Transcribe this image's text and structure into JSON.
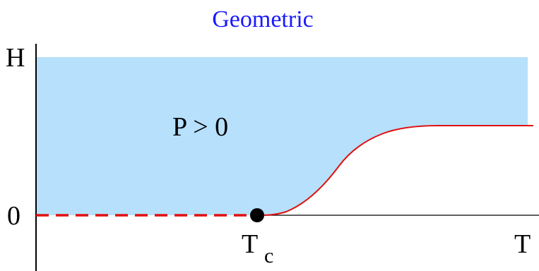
{
  "title": "Geometric",
  "axes": {
    "y_top_label": "H",
    "y_zero_label": "0",
    "x_label": "T",
    "critical_label": "T",
    "critical_subscript": "c"
  },
  "region": {
    "label": "P > 0",
    "fill_color": "#b6e0fb"
  },
  "colors": {
    "title": "#1a1aff",
    "boundary": "#e01010",
    "axis": "#000000",
    "point": "#000000"
  },
  "critical_point": {
    "name": "Tc"
  }
}
